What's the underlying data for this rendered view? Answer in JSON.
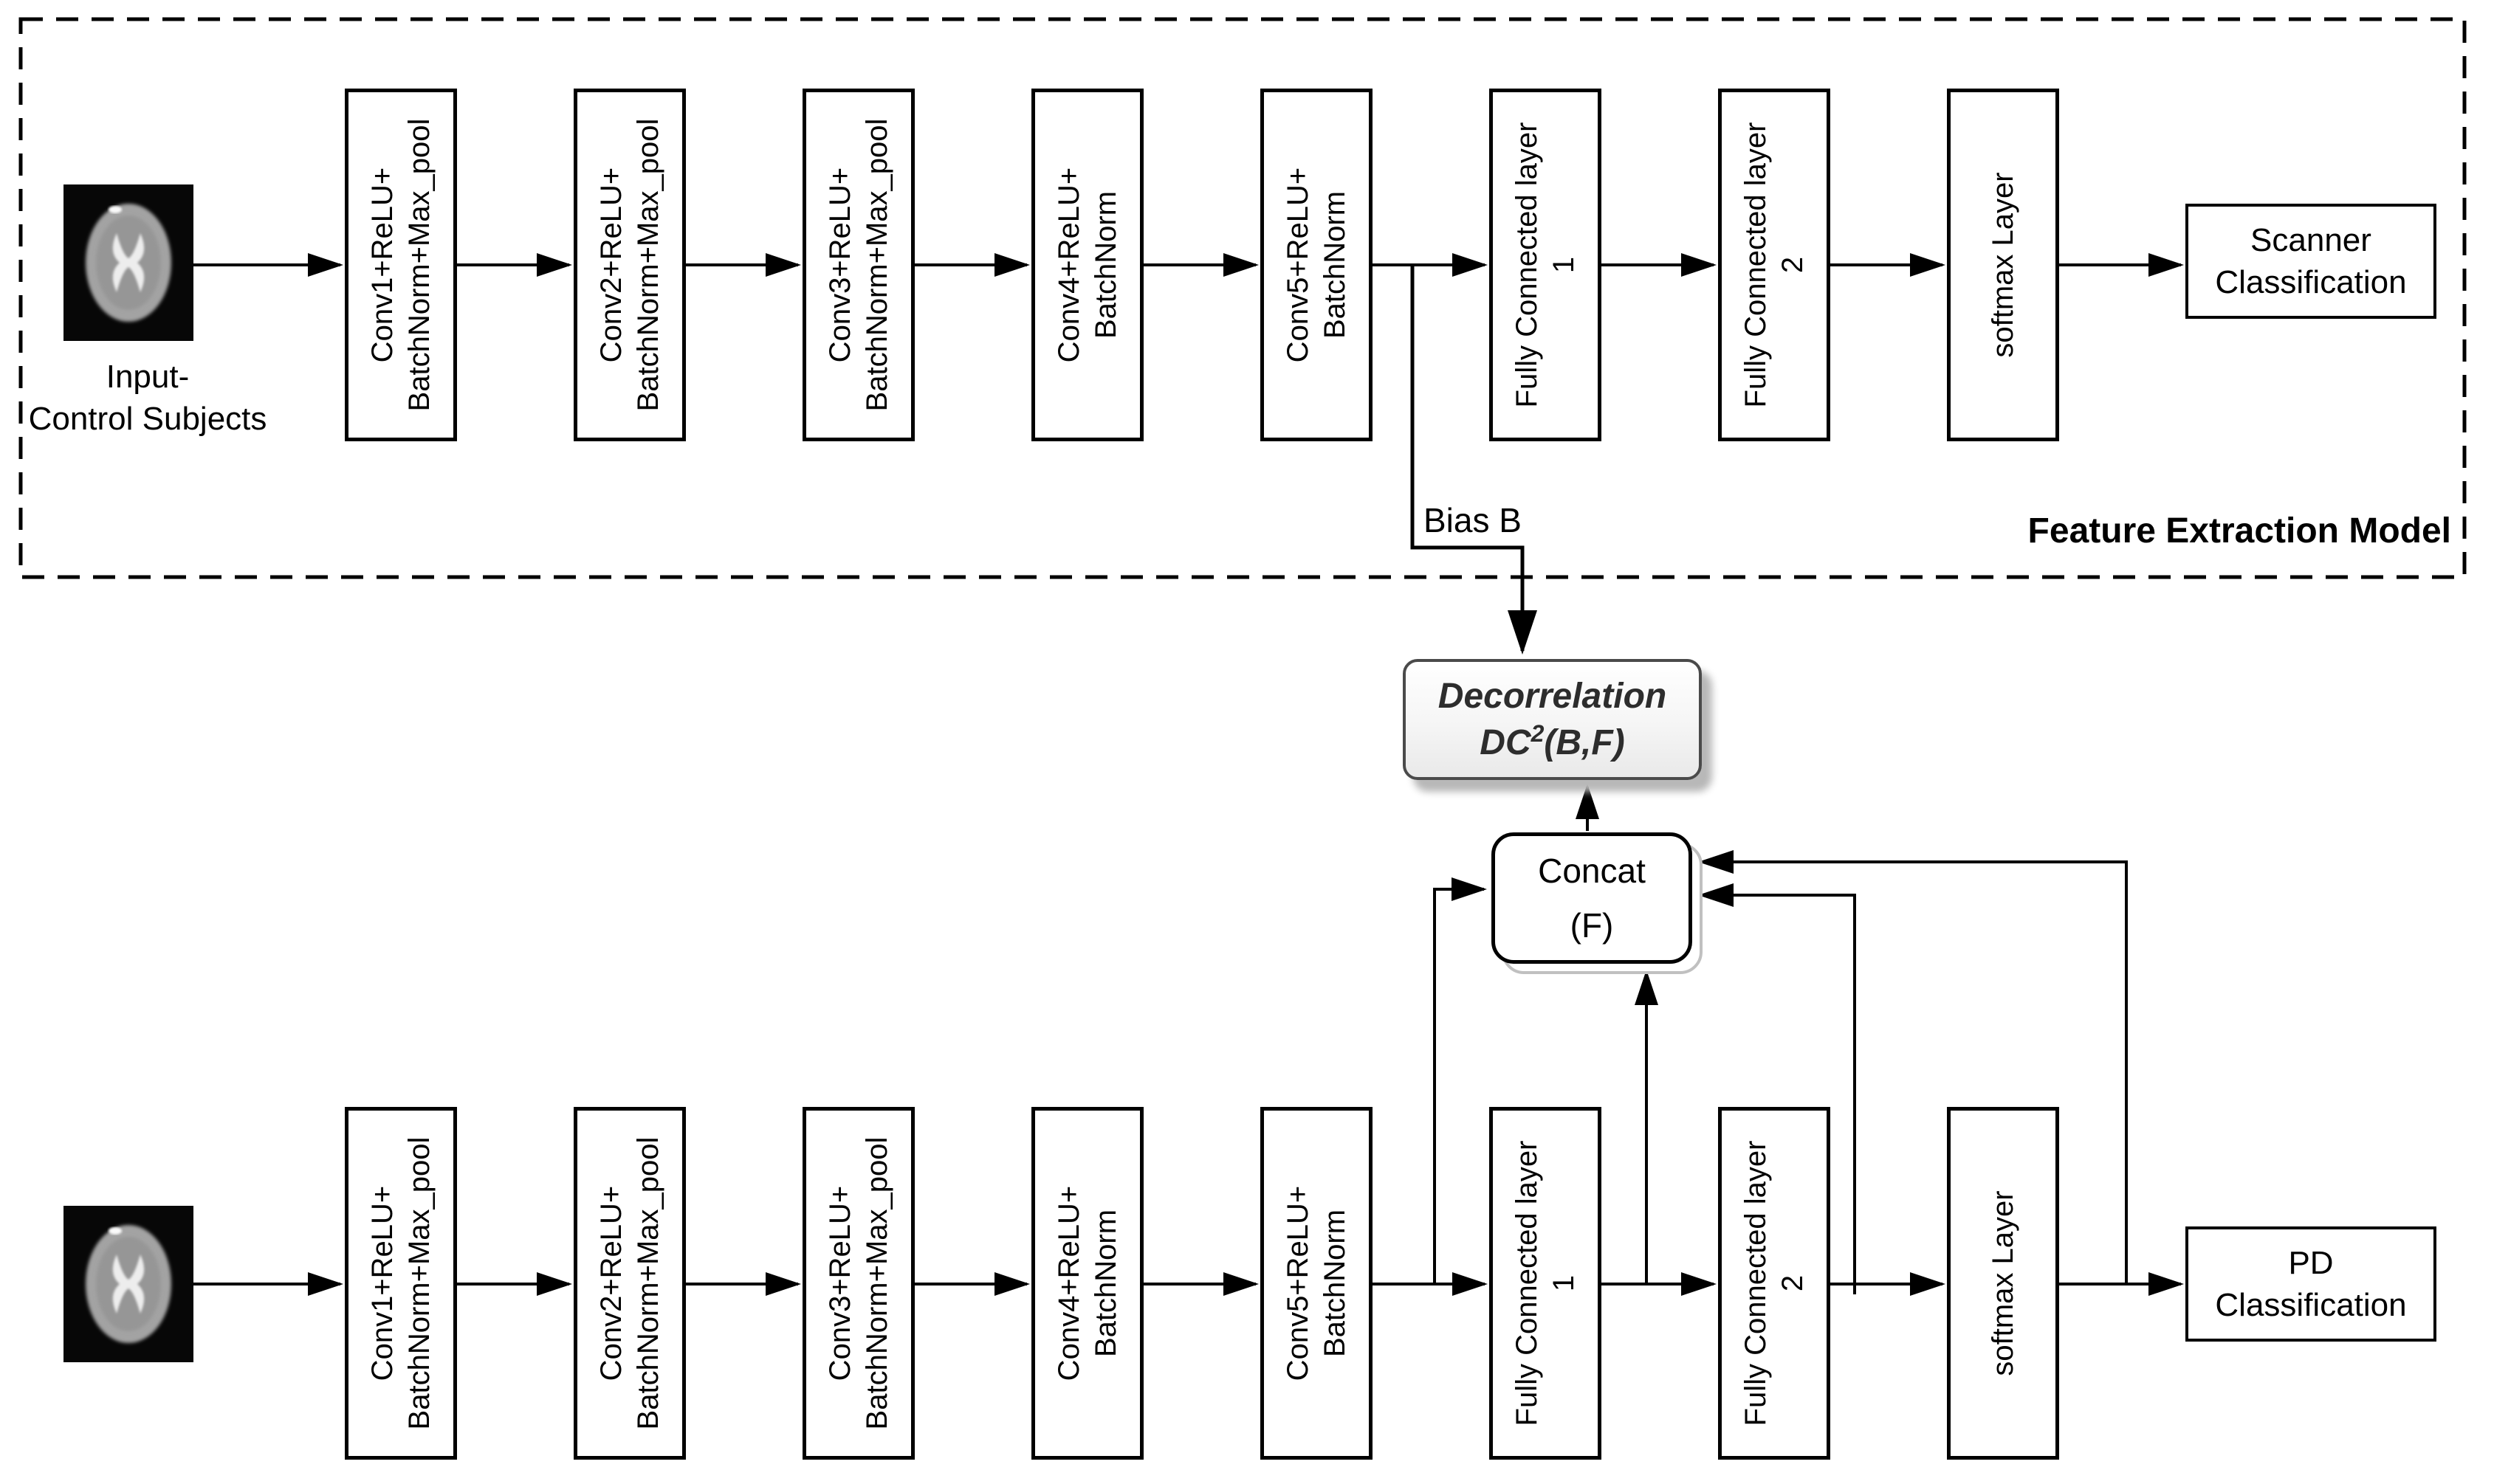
{
  "figure": {
    "feature_extraction_label": "Feature Extraction Model",
    "bias_label": "Bias B",
    "input_caption": {
      "line1": "Input-",
      "line2": "Control Subjects"
    }
  },
  "top_row": {
    "layers": [
      {
        "line1": "Conv1+ReLU+",
        "line2": "BatchNorm+Max_pool"
      },
      {
        "line1": "Conv2+ReLU+",
        "line2": "BatchNorm+Max_pool"
      },
      {
        "line1": "Conv3+ReLU+",
        "line2": "BatchNorm+Max_pool"
      },
      {
        "line1": "Conv4+ReLU+",
        "line2": "BatchNorm"
      },
      {
        "line1": "Conv5+ReLU+",
        "line2": "BatchNorm"
      },
      {
        "line1": "Fully Connected layer",
        "line2": "1"
      },
      {
        "line1": "Fully Connected layer",
        "line2": "2"
      },
      {
        "line1": "softmax Layer",
        "line2": ""
      }
    ],
    "output_box": {
      "line1": "Scanner",
      "line2": "Classification"
    }
  },
  "bottom_row": {
    "layers": [
      {
        "line1": "Conv1+ReLU+",
        "line2": "BatchNorm+Max_pool"
      },
      {
        "line1": "Conv2+ReLU+",
        "line2": "BatchNorm+Max_pool"
      },
      {
        "line1": "Conv3+ReLU+",
        "line2": "BatchNorm+Max_pool"
      },
      {
        "line1": "Conv4+ReLU+",
        "line2": "BatchNorm"
      },
      {
        "line1": "Conv5+ReLU+",
        "line2": "BatchNorm"
      },
      {
        "line1": "Fully Connected layer",
        "line2": "1"
      },
      {
        "line1": "Fully Connected layer",
        "line2": "2"
      },
      {
        "line1": "softmax Layer",
        "line2": ""
      }
    ],
    "output_box": {
      "line1": "PD",
      "line2": "Classification"
    }
  },
  "decorrelation_box": {
    "title": "Decorrelation",
    "formula_prefix": "DC",
    "formula_sup": "2",
    "formula_suffix": "(B,F)"
  },
  "concat_box": {
    "line1": "Concat",
    "line2": "(F)"
  },
  "icons": {
    "top_input": "brain-mri-axial-slice",
    "bottom_input": "brain-mri-axial-slice"
  },
  "colors": {
    "line": "#000000",
    "background": "#ffffff",
    "decorrelation_border": "#4a4a4a",
    "decorrelation_text": "#2d2d2d",
    "decorrelation_fill_bottom": "#e9e9e9",
    "shadow": "#b8b8b8",
    "concat_ghost_border": "#c0c0c0"
  }
}
